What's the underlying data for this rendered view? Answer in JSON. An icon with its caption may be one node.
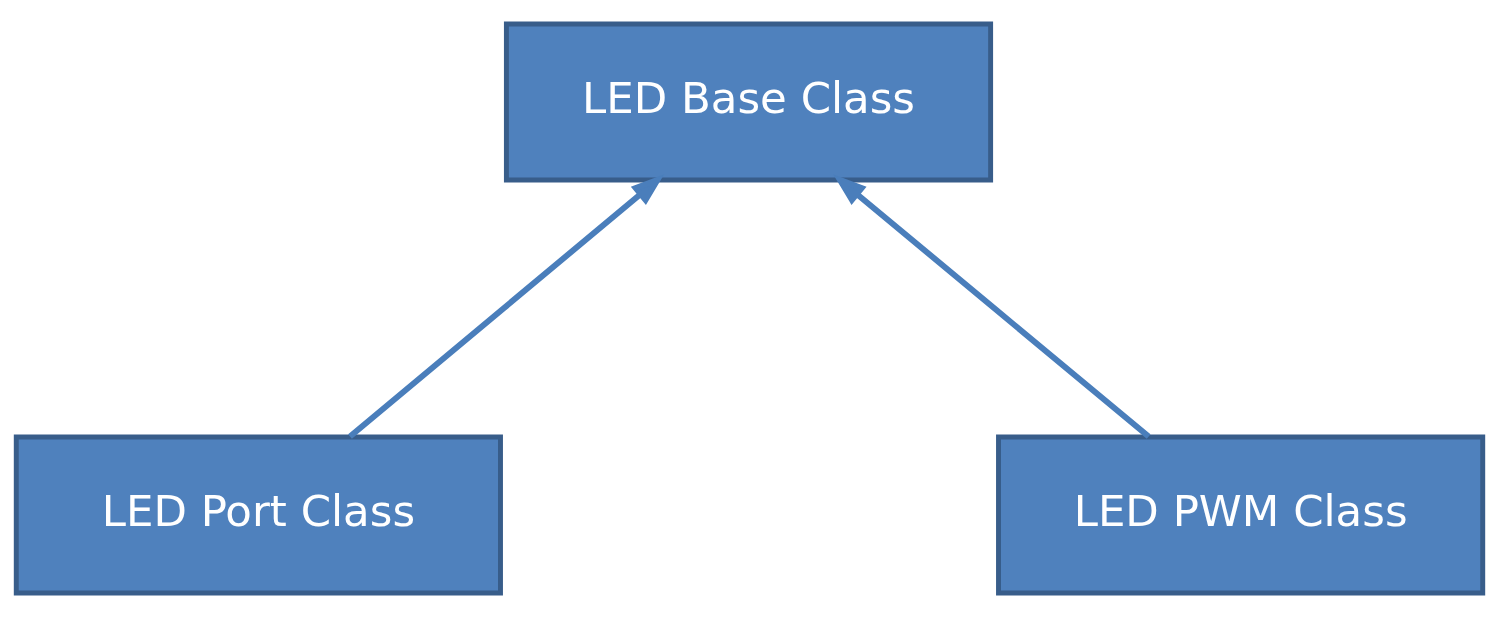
{
  "diagram": {
    "nodes": [
      {
        "text": [
          "LED Base Class"
        ]
      },
      {
        "text": [
          "LED Port Class"
        ]
      },
      {
        "text": [
          "LED PWM Class"
        ]
      }
    ],
    "edges": [
      {
        "from": 1,
        "to": 0,
        "arrow": "to"
      },
      {
        "from": 2,
        "to": 0,
        "arrow": "to"
      }
    ]
  }
}
